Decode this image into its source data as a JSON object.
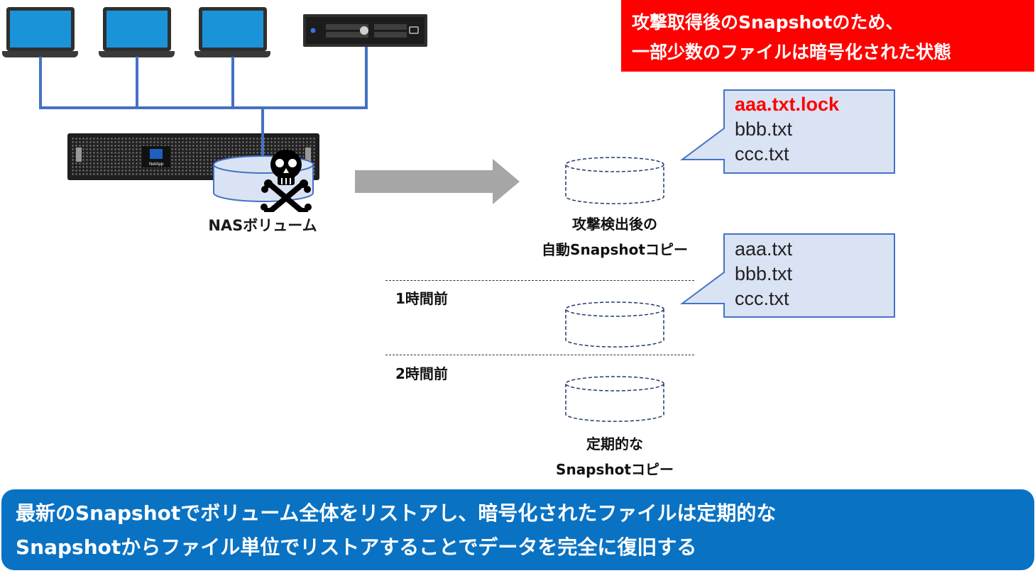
{
  "warning_banner": {
    "line1": "攻撃取得後のSnapshotのため、",
    "line2": "一部少数のファイルは暗号化された状態",
    "bg_color": "#ff0000"
  },
  "nas": {
    "label": "NASボリューム",
    "brand": "NetApp",
    "icon": "skull-crossbones-icon"
  },
  "snapshots": {
    "latest_label_line1": "攻撃検出後の",
    "latest_label_line2": "自動Snapshotコピー",
    "periodic_label_line1": "定期的な",
    "periodic_label_line2": "Snapshotコピー",
    "time_1h": "1時間前",
    "time_2h": "2時間前"
  },
  "callout_latest": {
    "files": [
      "aaa.txt.lock",
      "bbb.txt",
      "ccc.txt"
    ],
    "encrypted_color": "#ff0000"
  },
  "callout_1h": {
    "files": [
      "aaa.txt",
      "bbb.txt",
      "ccc.txt"
    ]
  },
  "footer": {
    "line1": "最新のSnapshotでボリューム全体をリストアし、暗号化されたファイルは定期的な",
    "line2": "Snapshotからファイル単位でリストアすることでデータを完全に復旧する",
    "bg_color": "#0a72c3"
  },
  "colors": {
    "network_line": "#4472c4",
    "callout_fill": "#dae3f3",
    "callout_border": "#4472c4",
    "arrow": "#a6a6a6"
  }
}
